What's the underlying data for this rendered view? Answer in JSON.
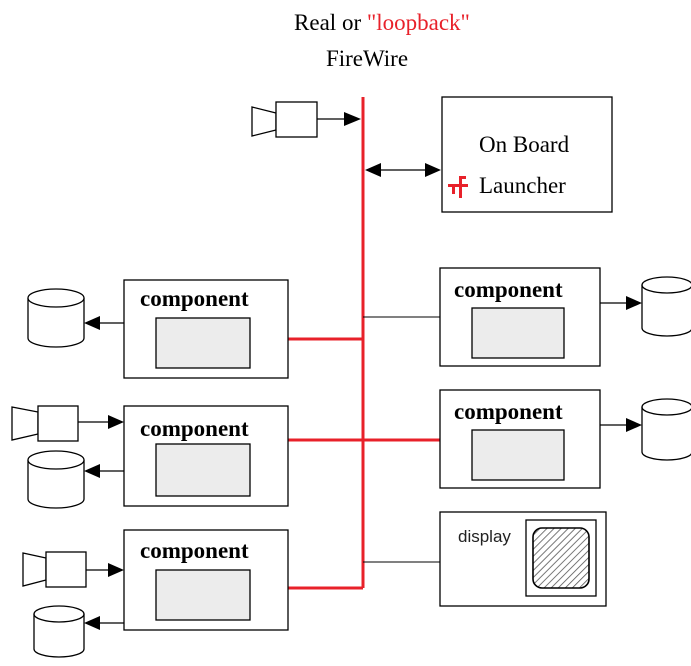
{
  "header": {
    "line1_prefix": "Real or ",
    "line1_highlight": "\"loopback\"",
    "line2": "FireWire"
  },
  "launcher": {
    "line1": "On Board",
    "line2": "Launcher"
  },
  "components": {
    "left_top": "component",
    "left_middle": "component",
    "left_bottom": "component",
    "right_top": "component",
    "right_middle": "component"
  },
  "display": {
    "label": "display"
  },
  "colors": {
    "bus": "#e8212a",
    "highlight_text": "#e8212a",
    "inner_fill": "#ececec",
    "stroke": "#000000"
  },
  "icons": [
    "camera-icon",
    "storage-cylinder-icon",
    "launcher-connector-icon",
    "display-screen-icon"
  ]
}
